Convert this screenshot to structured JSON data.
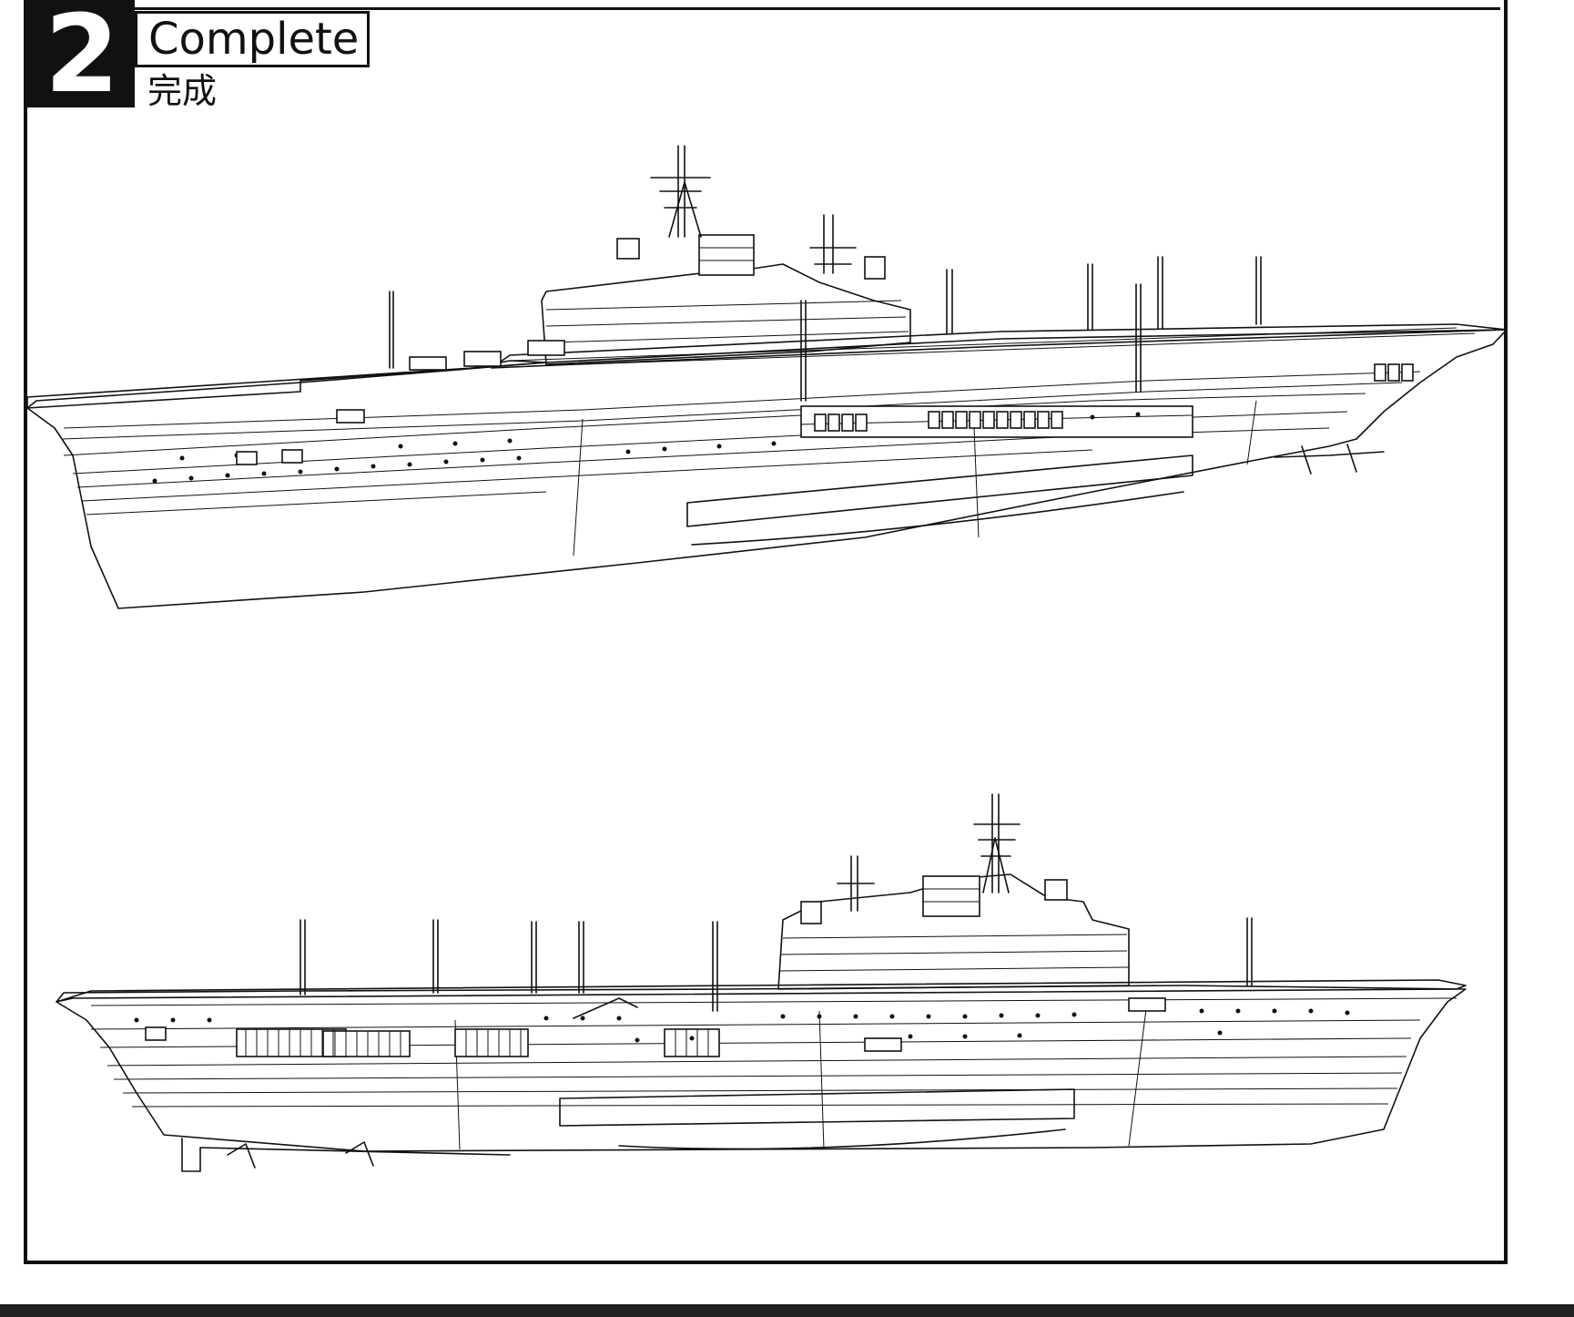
{
  "step": {
    "number": "2",
    "title": "Complete",
    "subtitle": "完成"
  },
  "figures": [
    {
      "icon": "carrier-ship-icon",
      "view": "port-side-perspective"
    },
    {
      "icon": "carrier-ship-icon",
      "view": "starboard-side-perspective"
    }
  ],
  "colors": {
    "ink": "#111111",
    "paper": "#ffffff"
  }
}
